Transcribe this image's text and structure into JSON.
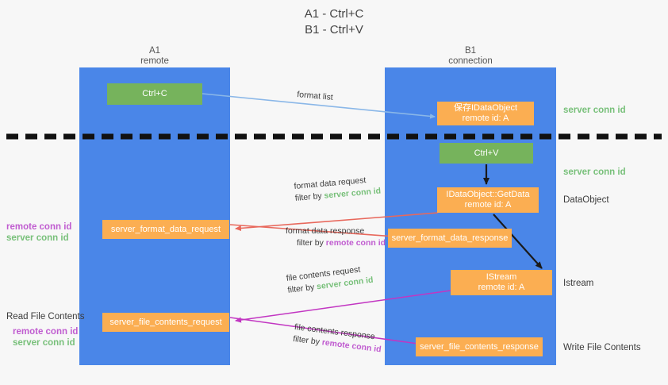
{
  "title": {
    "line1": "A1 - Ctrl+C",
    "line2": "B1 - Ctrl+V"
  },
  "columns": [
    {
      "name": "A1",
      "sub": "remote"
    },
    {
      "name": "B1",
      "sub": "connection"
    }
  ],
  "colors": {
    "lane": "#4a86e8",
    "green_box": "#76b35c",
    "orange_box": "#fbae52",
    "server_conn": "#78c07a",
    "remote_conn": "#c05cd0",
    "arrow_blue": "#8ab7e8",
    "arrow_red": "#e8685c",
    "arrow_black": "#1a1a1a",
    "arrow_magenta": "#c236c2",
    "background": "#f7f7f7"
  },
  "nodes": {
    "ctrl_c": {
      "line1": "Ctrl+C",
      "line2": ""
    },
    "ctrl_v": {
      "line1": "Ctrl+V",
      "line2": ""
    },
    "save_idataobject": {
      "line1": "保存IDataObject",
      "line2": "remote id: A"
    },
    "getdata": {
      "line1": "IDataObject::GetData",
      "line2": "remote id: A"
    },
    "istream": {
      "line1": "IStream",
      "line2": "remote id: A"
    },
    "format_data_request": {
      "line1": "server_format_data_request",
      "line2": ""
    },
    "format_data_response": {
      "line1": "server_format_data_response",
      "line2": ""
    },
    "file_contents_request": {
      "line1": "server_file_contents_request",
      "line2": ""
    },
    "file_contents_response": {
      "line1": "server_file_contents_response",
      "line2": ""
    }
  },
  "right_labels": {
    "top_server_conn": "server conn id",
    "mid_server_conn": "server conn id",
    "dataobject": "DataObject",
    "istream": "Istream",
    "write_file_contents": "Write File Contents"
  },
  "left_labels": {
    "format_remote": "remote conn id",
    "format_server": "server conn id",
    "read_file_contents": "Read File Contents",
    "file_remote": "remote conn id",
    "file_server": "server conn id"
  },
  "edges": {
    "format_list": "format list",
    "format_data_request": "format data request",
    "format_data_request_filter_prefix": "filter by ",
    "format_data_request_filter_value": "server conn id",
    "format_data_response": "format data response",
    "format_data_response_filter_prefix": "filter by ",
    "format_data_response_filter_value": "remote conn id",
    "file_contents_request": "file contents request",
    "file_contents_request_filter_prefix": "filter by ",
    "file_contents_request_filter_value": "server conn id",
    "file_contents_response": "file contents response",
    "file_contents_response_filter_prefix": "filter by ",
    "file_contents_response_filter_value": "remote conn id"
  }
}
